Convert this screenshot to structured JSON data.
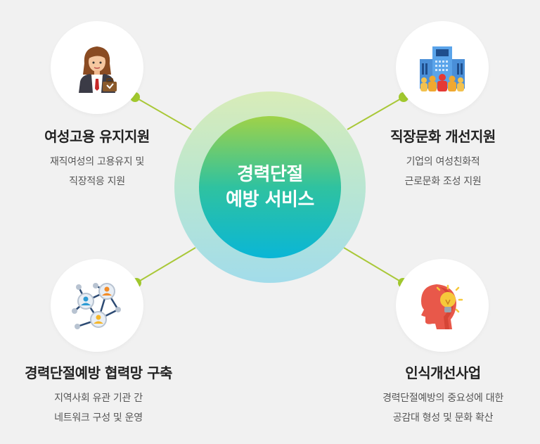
{
  "center": {
    "line1": "경력단절",
    "line2": "예방 서비스"
  },
  "colors": {
    "connector": "#a9c838",
    "dot": "#a1c82e",
    "center_top": "#9fd248",
    "center_bottom": "#0ab6d6"
  },
  "items": [
    {
      "icon": "businesswoman-icon",
      "title": "여성고용 유지지원",
      "desc1": "재직여성의 고용유지 및",
      "desc2": "직장적응 지원"
    },
    {
      "icon": "office-building-icon",
      "title": "직장문화 개선지원",
      "desc1": "기업의 여성친화적",
      "desc2": "근로문화 조성 지원"
    },
    {
      "icon": "network-people-icon",
      "title": "경력단절예방 협력망 구축",
      "desc1": "지역사회 유관 기관 간",
      "desc2": "네트워크 구성 및 운영"
    },
    {
      "icon": "head-lightbulb-icon",
      "title": "인식개선사업",
      "desc1": "경력단절예방의 중요성에 대한",
      "desc2": "공감대 형성 및 문화 확산"
    }
  ]
}
